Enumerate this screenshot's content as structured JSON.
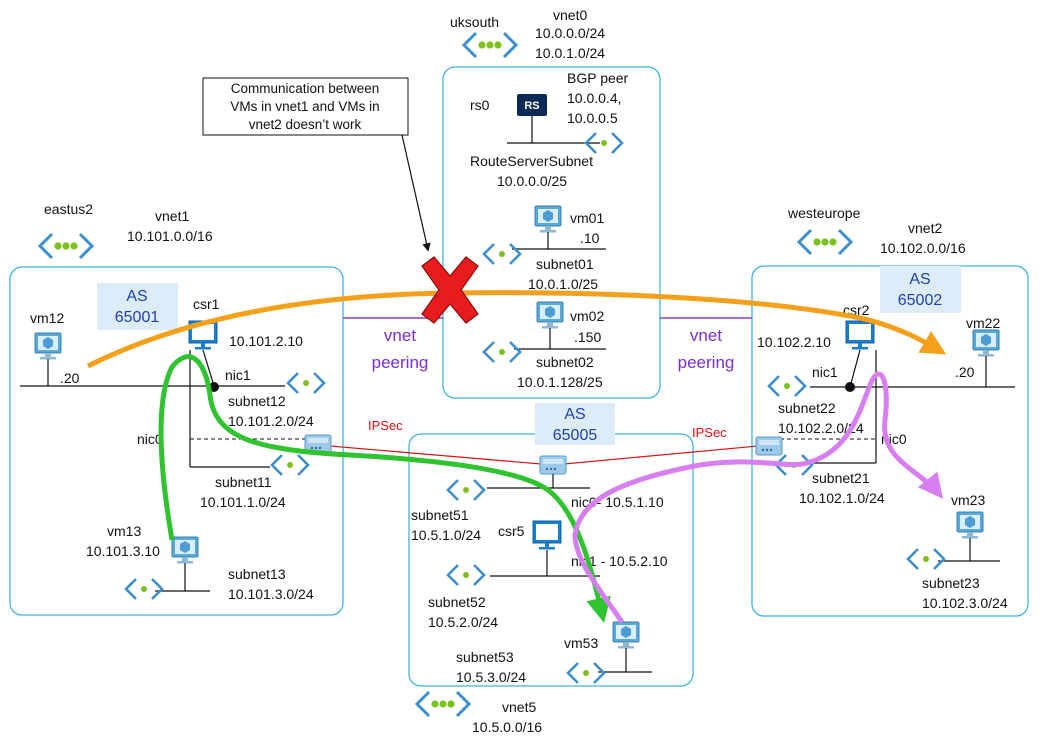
{
  "colors": {
    "vnet_border": "#3fb3e0",
    "as_box": "#dcedf9",
    "as_text": "#1f3fb0",
    "peering": "#8a3ad8",
    "ipsec": "#e01010",
    "path_orange": "#f5a01a",
    "path_green": "#2fc42f",
    "path_violet": "#d77ef0",
    "vm_icon": "#5aa9d8",
    "subnet_dots": "#7cc21c",
    "route_server": "#0b2a55"
  },
  "vnet0": {
    "region": "uksouth",
    "name": "vnet0",
    "prefix1": "10.0.0.0/24",
    "prefix2": "10.0.1.0/24",
    "route_server": {
      "name": "rs0",
      "icon_text": "RS",
      "bgp_peer_label": "BGP peer",
      "bgp_ip1": "10.0.0.4,",
      "bgp_ip2": "10.0.0.5",
      "subnet_name": "RouteServerSubnet",
      "subnet_prefix": "10.0.0.0/25"
    },
    "vm01": {
      "name": "vm01",
      "ip": ".10",
      "subnet": "subnet01",
      "prefix": "10.0.1.0/25"
    },
    "vm02": {
      "name": "vm02",
      "ip": ".150",
      "subnet": "subnet02",
      "prefix": "10.0.1.128/25"
    }
  },
  "vnet1": {
    "region": "eastus2",
    "name": "vnet1",
    "prefix": "10.101.0.0/16",
    "as_label": "AS",
    "as_number": "65001",
    "vm12": {
      "name": "vm12",
      "ip": ".20"
    },
    "csr1": {
      "name": "csr1",
      "ip": "10.101.2.10",
      "nic1": "nic1",
      "nic0": "nic0"
    },
    "subnet12": {
      "name": "subnet12",
      "prefix": "10.101.2.0/24"
    },
    "subnet11": {
      "name": "subnet11",
      "prefix": "10.101.1.0/24"
    },
    "vm13": {
      "name": "vm13",
      "ip": "10.101.3.10"
    },
    "subnet13": {
      "name": "subnet13",
      "prefix": "10.101.3.0/24"
    }
  },
  "vnet2": {
    "region": "westeurope",
    "name": "vnet2",
    "prefix": "10.102.0.0/16",
    "as_label": "AS",
    "as_number": "65002",
    "csr2": {
      "name": "csr2",
      "ip": "10.102.2.10",
      "nic1": "nic1",
      "nic0": "nic0"
    },
    "vm22": {
      "name": "vm22",
      "ip": ".20"
    },
    "subnet22": {
      "name": "subnet22",
      "prefix": "10.102.2.0/24"
    },
    "subnet21": {
      "name": "subnet21",
      "prefix": "10.102.1.0/24"
    },
    "vm23": {
      "name": "vm23"
    },
    "subnet23": {
      "name": "subnet23",
      "prefix": "10.102.3.0/24"
    }
  },
  "vnet5": {
    "name": "vnet5",
    "prefix": "10.5.0.0/16",
    "as_label": "AS",
    "as_number": "65005",
    "csr5": {
      "name": "csr5",
      "nic0": "nic0- 10.5.1.10",
      "nic1": "nic1 - 10.5.2.10"
    },
    "subnet51": {
      "name": "subnet51",
      "prefix": "10.5.1.0/24"
    },
    "subnet52": {
      "name": "subnet52",
      "prefix": "10.5.2.0/24"
    },
    "subnet53": {
      "name": "subnet53",
      "prefix": "10.5.3.0/24"
    },
    "vm53": {
      "name": "vm53"
    }
  },
  "links": {
    "peering_line1": "vnet",
    "peering_line2": "peering",
    "ipsec_left": "IPSec",
    "ipsec_right": "IPSec"
  },
  "note": {
    "line1": "Communication between",
    "line2": "VMs in vnet1 and VMs in",
    "line3": "vnet2 doesn’t work"
  }
}
